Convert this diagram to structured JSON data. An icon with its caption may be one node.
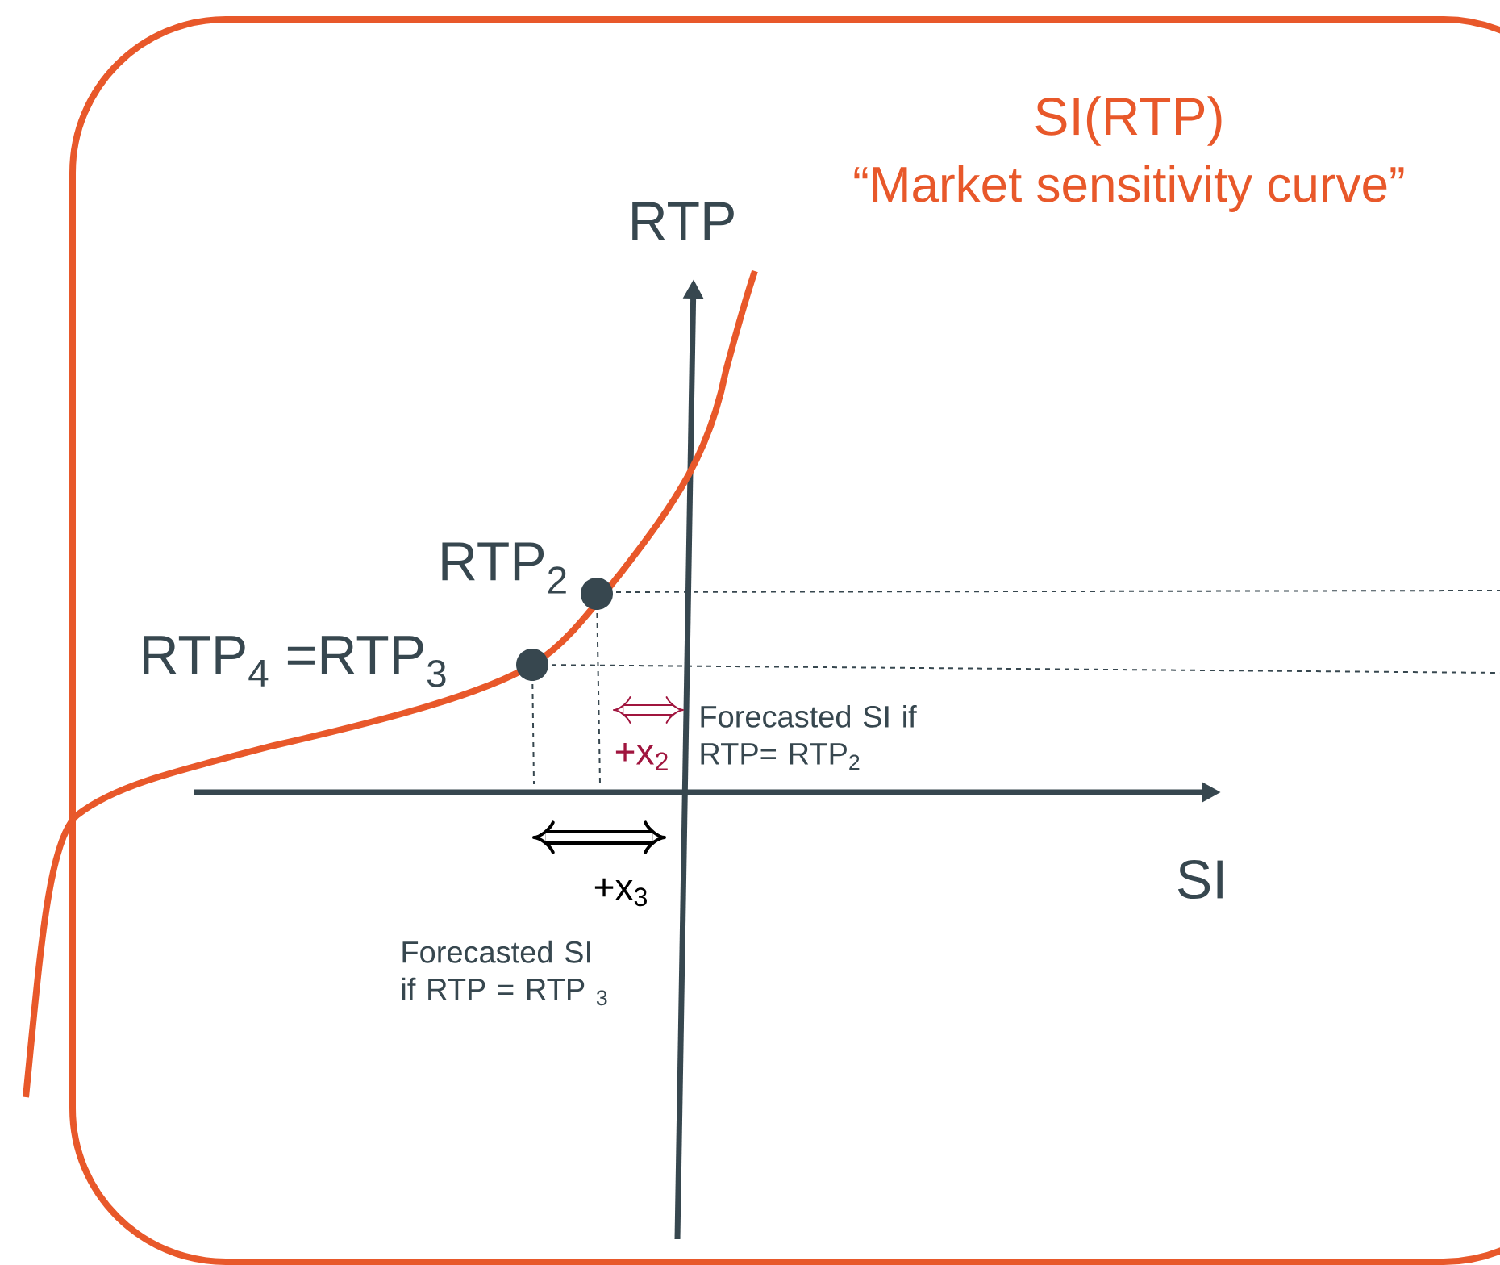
{
  "diagram": {
    "labels": [
      "SI(RTP)",
      "“Market sensitivity curve”",
      "RTP",
      "SI",
      "RTP$_{2}$",
      "RTP$_{4}$ =RTP$_{3}$",
      "Forecasted SI if RTP= RTP$_{2}$",
      "+x$_{2}$",
      "+x$_{3}$",
      "Forecasted SI if RTP = RTP $_{3}$"
    ]
  }
}
